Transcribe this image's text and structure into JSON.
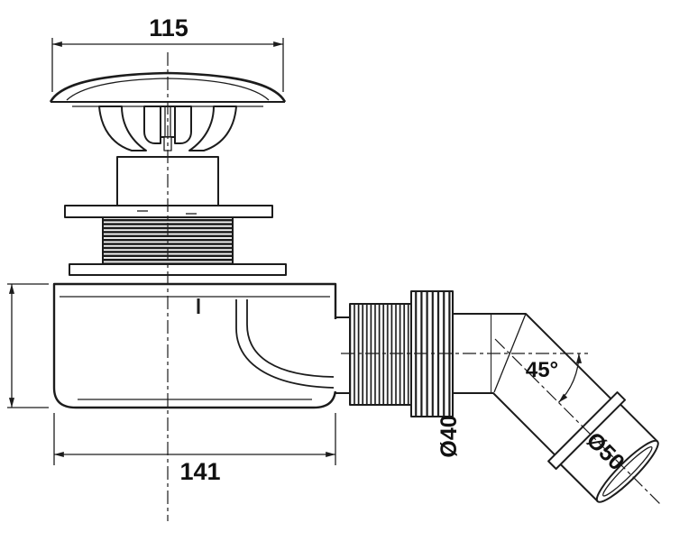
{
  "diagram": {
    "background_color": "#ffffff",
    "line_color": "#1c1c1c",
    "labels": {
      "top_width": "115",
      "body_width": "141",
      "outlet_diameter": "Ø40",
      "socket_diameter": "Ø50",
      "outlet_angle": "45°"
    }
  }
}
